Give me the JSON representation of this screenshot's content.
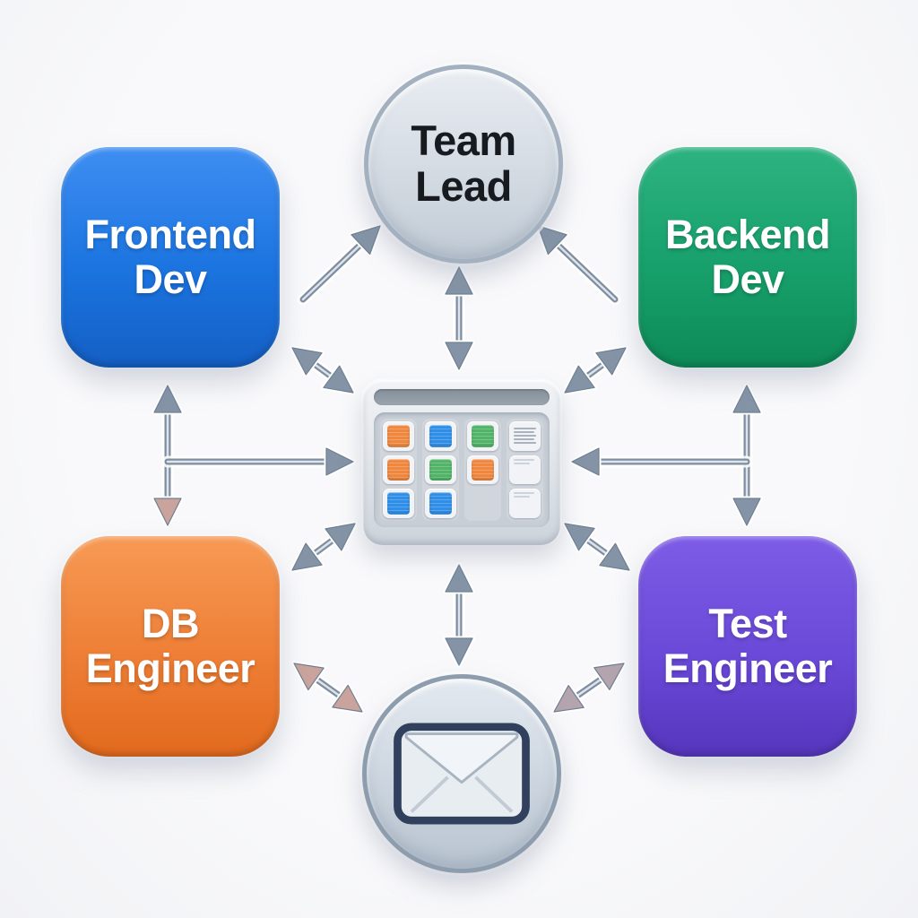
{
  "diagram": {
    "background": "#f7f8fa",
    "nodes": {
      "team_lead": {
        "line1": "Team",
        "line2": "Lead",
        "shape": "circle",
        "fill": "#d7dde4",
        "text_color": "#171a1f"
      },
      "frontend": {
        "line1": "Frontend",
        "line2": "Dev",
        "shape": "rounded-square",
        "color": "#1b74e0",
        "color_light": "#3f8ef2",
        "color_dark": "#145fc4",
        "text_color": "#ffffff"
      },
      "backend": {
        "line1": "Backend",
        "line2": "Dev",
        "shape": "rounded-square",
        "color": "#17a06b",
        "color_light": "#2db381",
        "color_dark": "#0d8a57",
        "text_color": "#ffffff"
      },
      "db": {
        "line1": "DB",
        "line2": "Engineer",
        "shape": "rounded-square",
        "color": "#ee7e35",
        "color_light": "#f79a55",
        "color_dark": "#e26a1e",
        "text_color": "#ffffff"
      },
      "test": {
        "line1": "Test",
        "line2": "Engineer",
        "shape": "rounded-square",
        "color": "#6a49d8",
        "color_light": "#7d5ce6",
        "color_dark": "#5636bd",
        "text_color": "#ffffff"
      }
    },
    "icons": {
      "center": "task-board-icon",
      "bottom": "envelope-icon"
    },
    "board": {
      "cells": [
        [
          "orange",
          "blue",
          "green",
          "lines"
        ],
        [
          "orange",
          "green",
          "orange",
          "faint"
        ],
        [
          "blue",
          "blue",
          "empty",
          "blank"
        ]
      ],
      "card_colors": {
        "orange": "#f0873f",
        "blue": "#2f8fe8",
        "green": "#52b468"
      }
    },
    "colors": {
      "arrow_shaft": "#7f8da0",
      "arrow_shaft_core": "#dde3ea",
      "arrow_head": "#8494a6",
      "arrow_head_warm": "#c9a39c",
      "arrow_head_rose": "#b3a4ae",
      "gray_node_rim": "#a3b0bf"
    }
  }
}
